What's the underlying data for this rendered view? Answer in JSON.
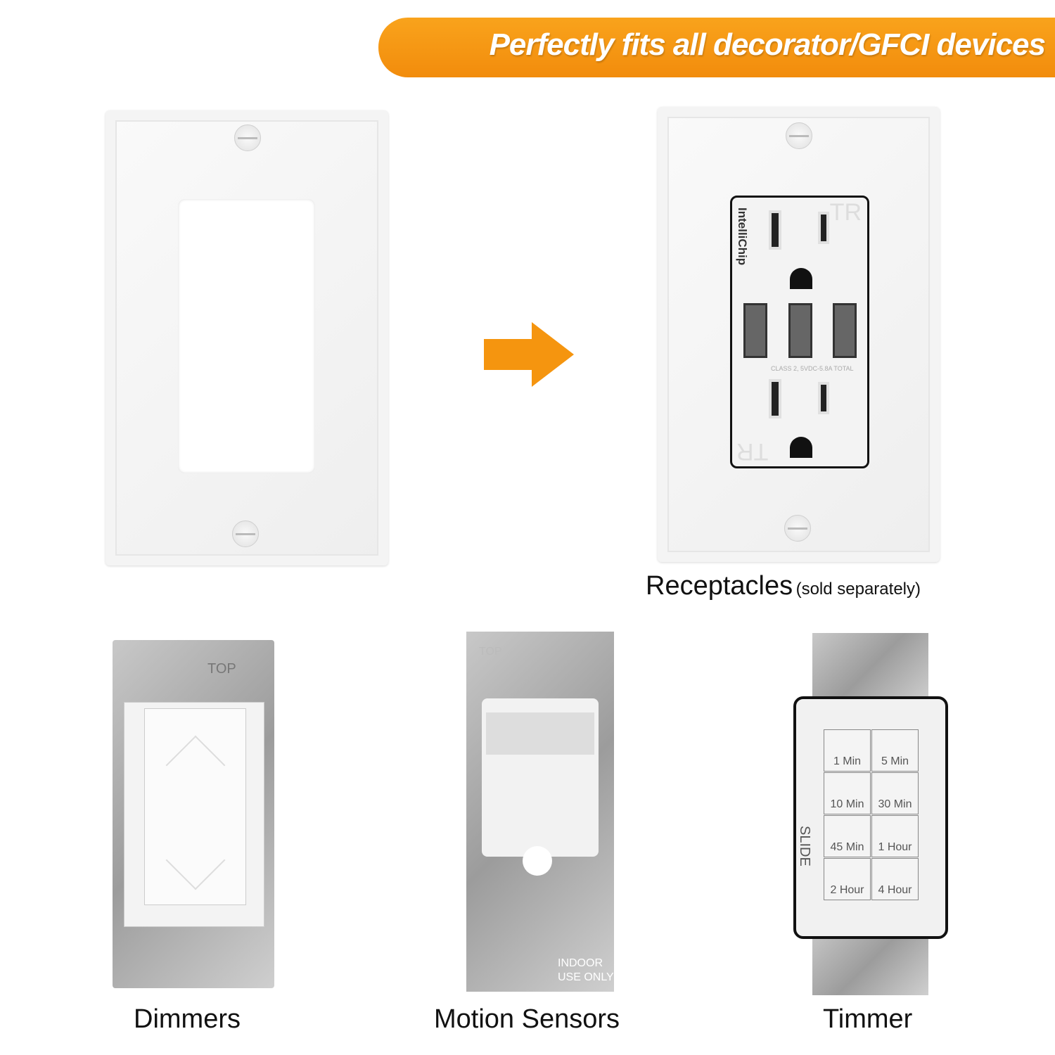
{
  "banner": {
    "text": "Perfectly fits all decorator/GFCI devices",
    "color": "#f5950f"
  },
  "receptacle": {
    "brand": "IntelliChip",
    "tr_mark": "TR",
    "usb_rating": "CLASS 2, 5VDC-5.8A TOTAL",
    "caption": "Receptacles",
    "caption_note": "(sold separately)"
  },
  "arrow": {
    "icon": "arrow-right-icon",
    "color": "#f5950f"
  },
  "dimmer": {
    "caption": "Dimmers",
    "top_mark": "TOP"
  },
  "motion": {
    "caption": "Motion Sensors",
    "top_mark": "TOP",
    "indoor": "INDOOR",
    "use_only": "USE ONLY"
  },
  "timer": {
    "caption": "Timmer",
    "slide": "SLIDE",
    "buttons": [
      "1 Min",
      "5 Min",
      "10 Min",
      "30 Min",
      "45 Min",
      "1 Hour",
      "2 Hour",
      "4 Hour"
    ]
  }
}
